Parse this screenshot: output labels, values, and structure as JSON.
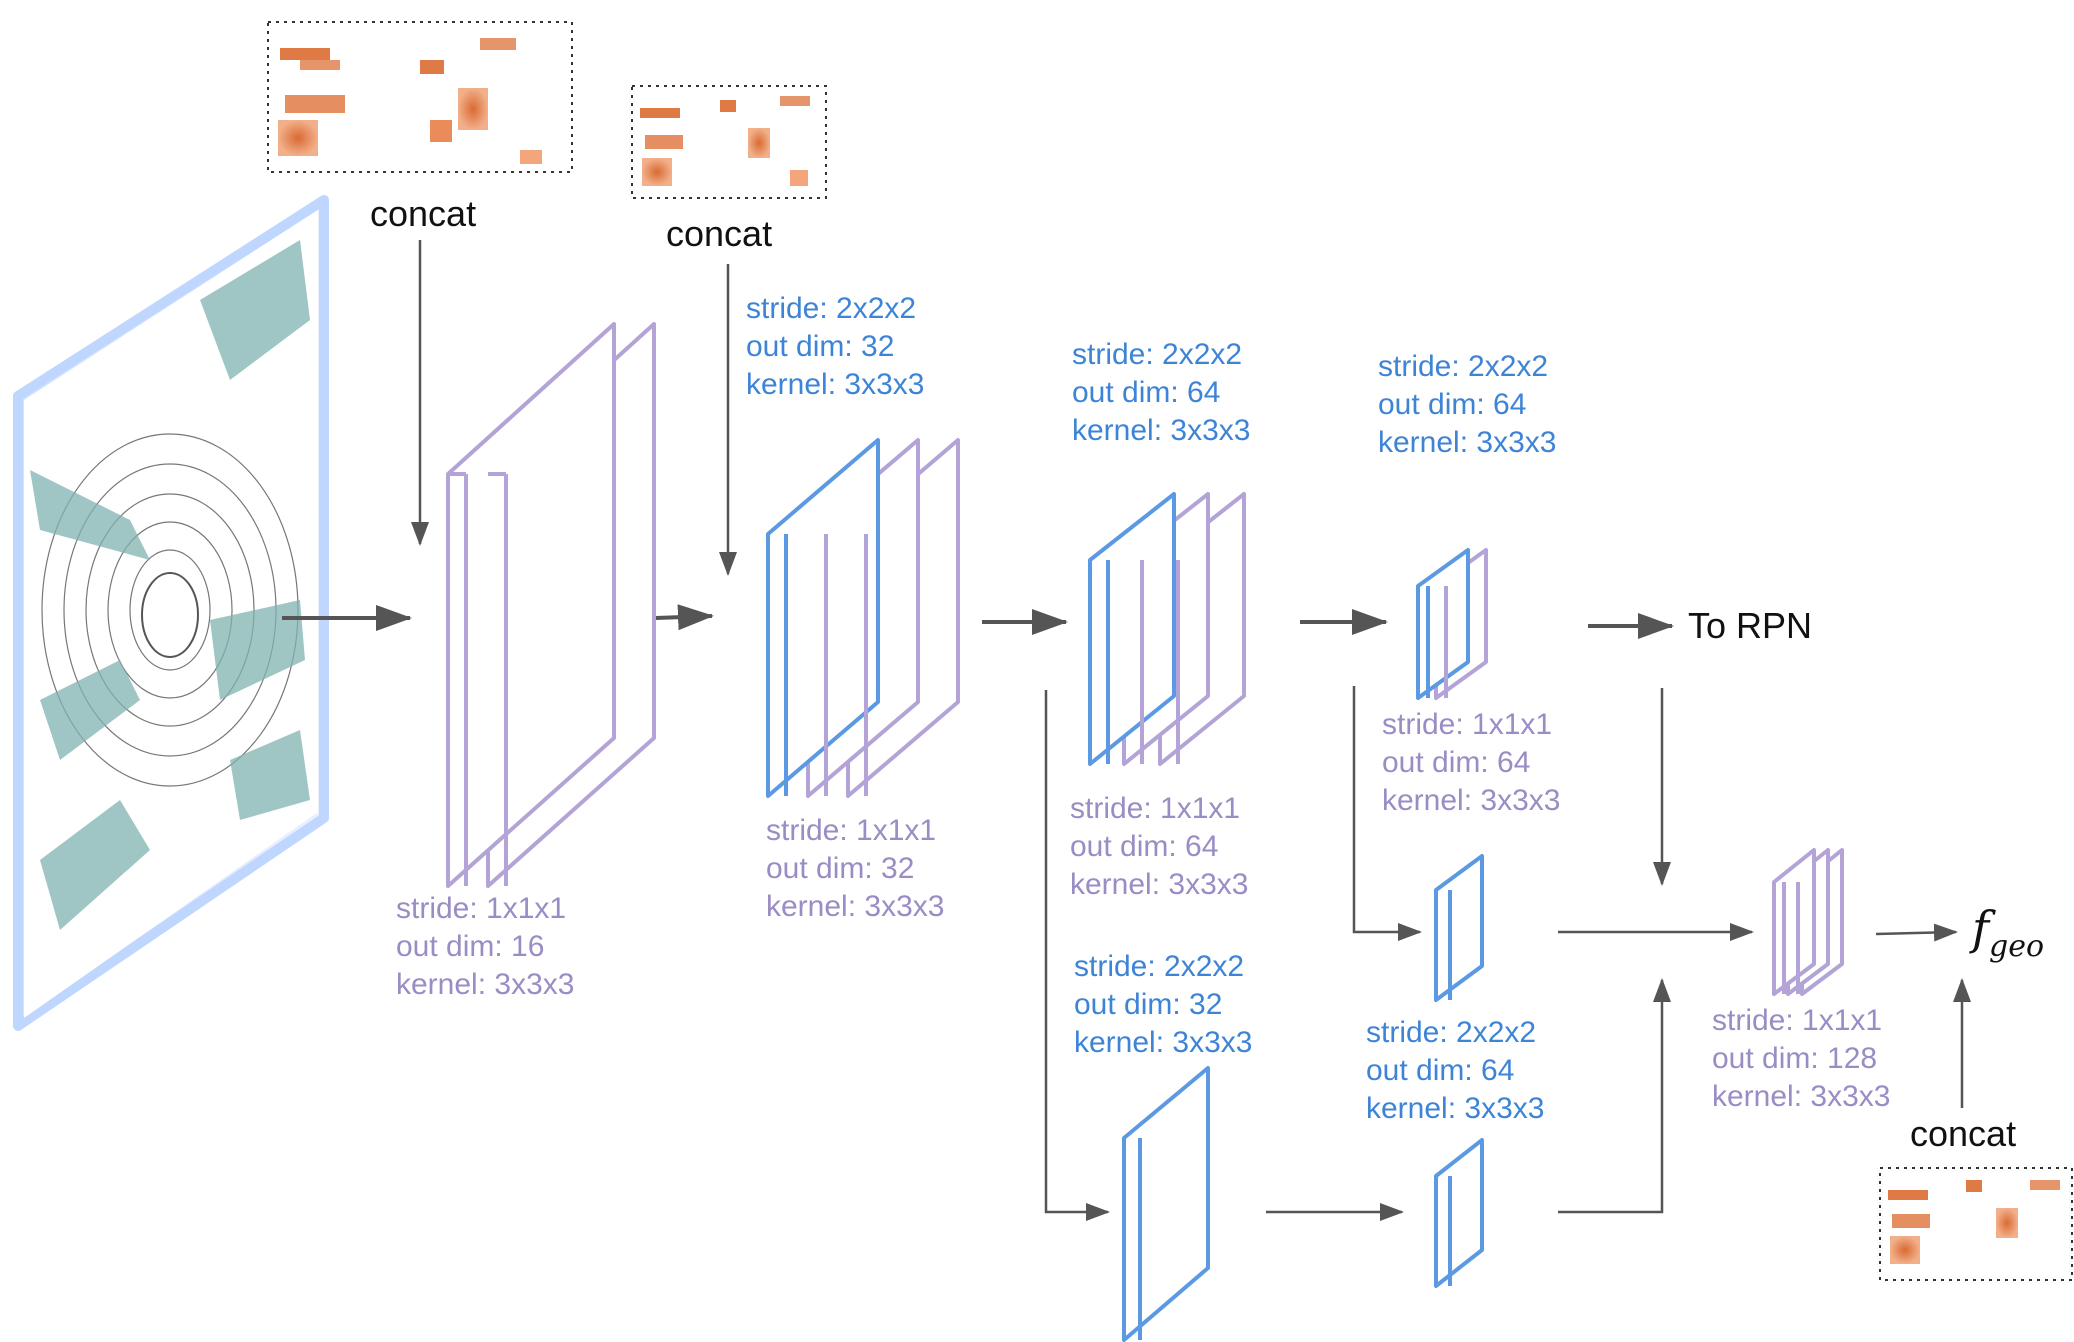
{
  "colors": {
    "purple_layer": "#b3a3d6",
    "blue_layer": "#5b99e3",
    "purple_text": "#9a8cc4",
    "blue_text": "#3e84d6",
    "arrow": "#555555"
  },
  "concat_labels": [
    "concat",
    "concat",
    "concat"
  ],
  "output_rpn": "To RPN",
  "output_feature": {
    "symbol": "f",
    "subscript": "geo"
  },
  "layer_specs": {
    "conv1": [
      "stride: 1x1x1",
      "out dim: 16",
      "kernel: 3x3x3"
    ],
    "conv2_down": [
      "stride: 2x2x2",
      "out dim: 32",
      "kernel: 3x3x3"
    ],
    "conv2": [
      "stride: 1x1x1",
      "out dim: 32",
      "kernel: 3x3x3"
    ],
    "conv3_down": [
      "stride: 2x2x2",
      "out dim: 64",
      "kernel: 3x3x3"
    ],
    "conv3": [
      "stride: 1x1x1",
      "out dim: 64",
      "kernel: 3x3x3"
    ],
    "conv4_down": [
      "stride: 2x2x2",
      "out dim: 64",
      "kernel: 3x3x3"
    ],
    "conv4": [
      "stride: 1x1x1",
      "out dim: 64",
      "kernel: 3x3x3"
    ],
    "branch_a_down": [
      "stride: 2x2x2",
      "out dim: 32",
      "kernel: 3x3x3"
    ],
    "branch_b_down": [
      "stride: 2x2x2",
      "out dim: 64",
      "kernel: 3x3x3"
    ],
    "fusion": [
      "stride: 1x1x1",
      "out dim: 128",
      "kernel: 3x3x3"
    ]
  }
}
